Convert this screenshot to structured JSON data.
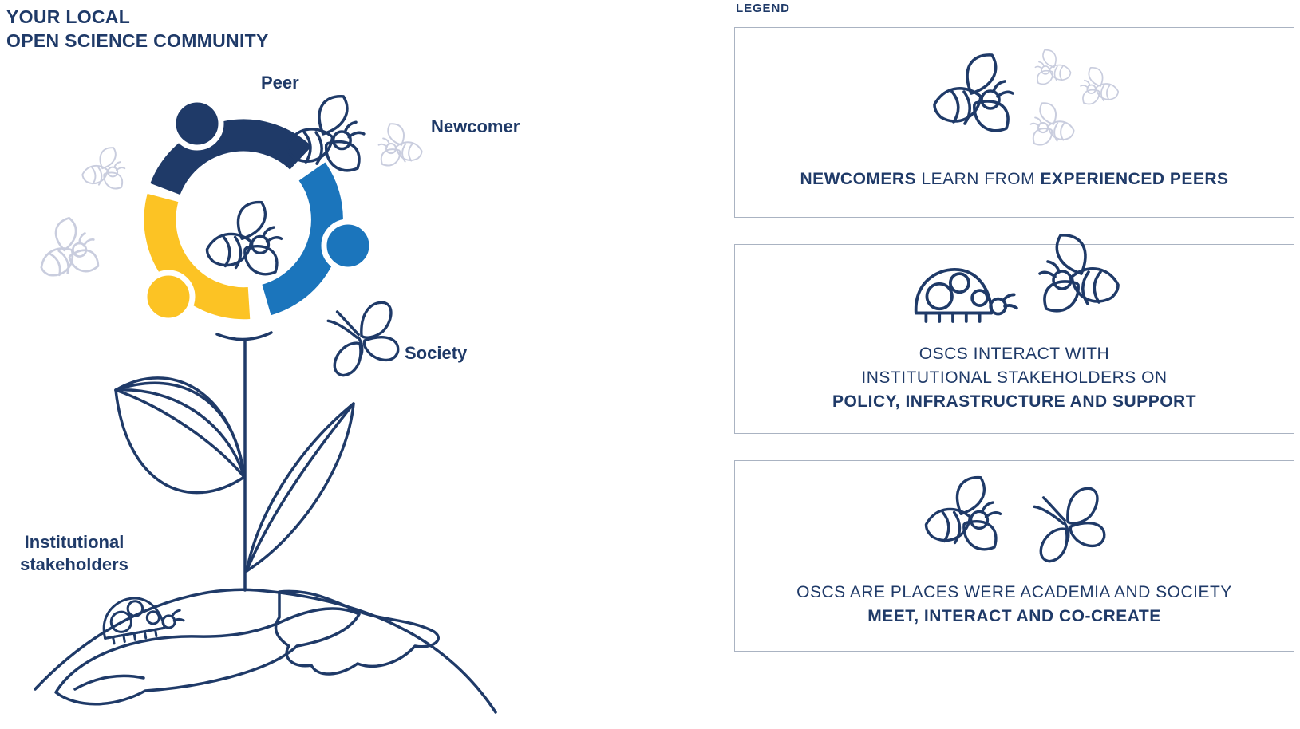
{
  "title": {
    "line1": "YOUR LOCAL",
    "line2": "OPEN SCIENCE COMMUNITY"
  },
  "diagram": {
    "peer_label": "Peer",
    "newcomer_label": "Newcomer",
    "society_label": "Society",
    "institutional_label_line1": "Institutional",
    "institutional_label_line2": "stakeholders"
  },
  "legend": {
    "heading": "LEGEND",
    "items": [
      {
        "bold_start": "NEWCOMERS",
        "middle": " LEARN FROM ",
        "bold_end": "EXPERIENCED PEERS"
      },
      {
        "line1": "OSCS INTERACT WITH",
        "line2": "INSTITUTIONAL STAKEHOLDERS ON",
        "line3_bold": "POLICY, INFRASTRUCTURE AND SUPPORT"
      },
      {
        "line1": "OSCS ARE PLACES WERE ACADEMIA AND SOCIETY",
        "line2_bold": "MEET, INTERACT AND CO-CREATE"
      }
    ]
  },
  "icons": {
    "bee": "bee-icon",
    "butterfly": "butterfly-icon",
    "ladybug": "ladybug-icon",
    "community_ring": "open-science-community-ring"
  },
  "colors": {
    "navy": "#1f3a68",
    "blue": "#1b75bc",
    "yellow": "#fcc324",
    "gray": "#c9cdde",
    "box-border": "#aab3c2",
    "text": "#1f3a68"
  }
}
